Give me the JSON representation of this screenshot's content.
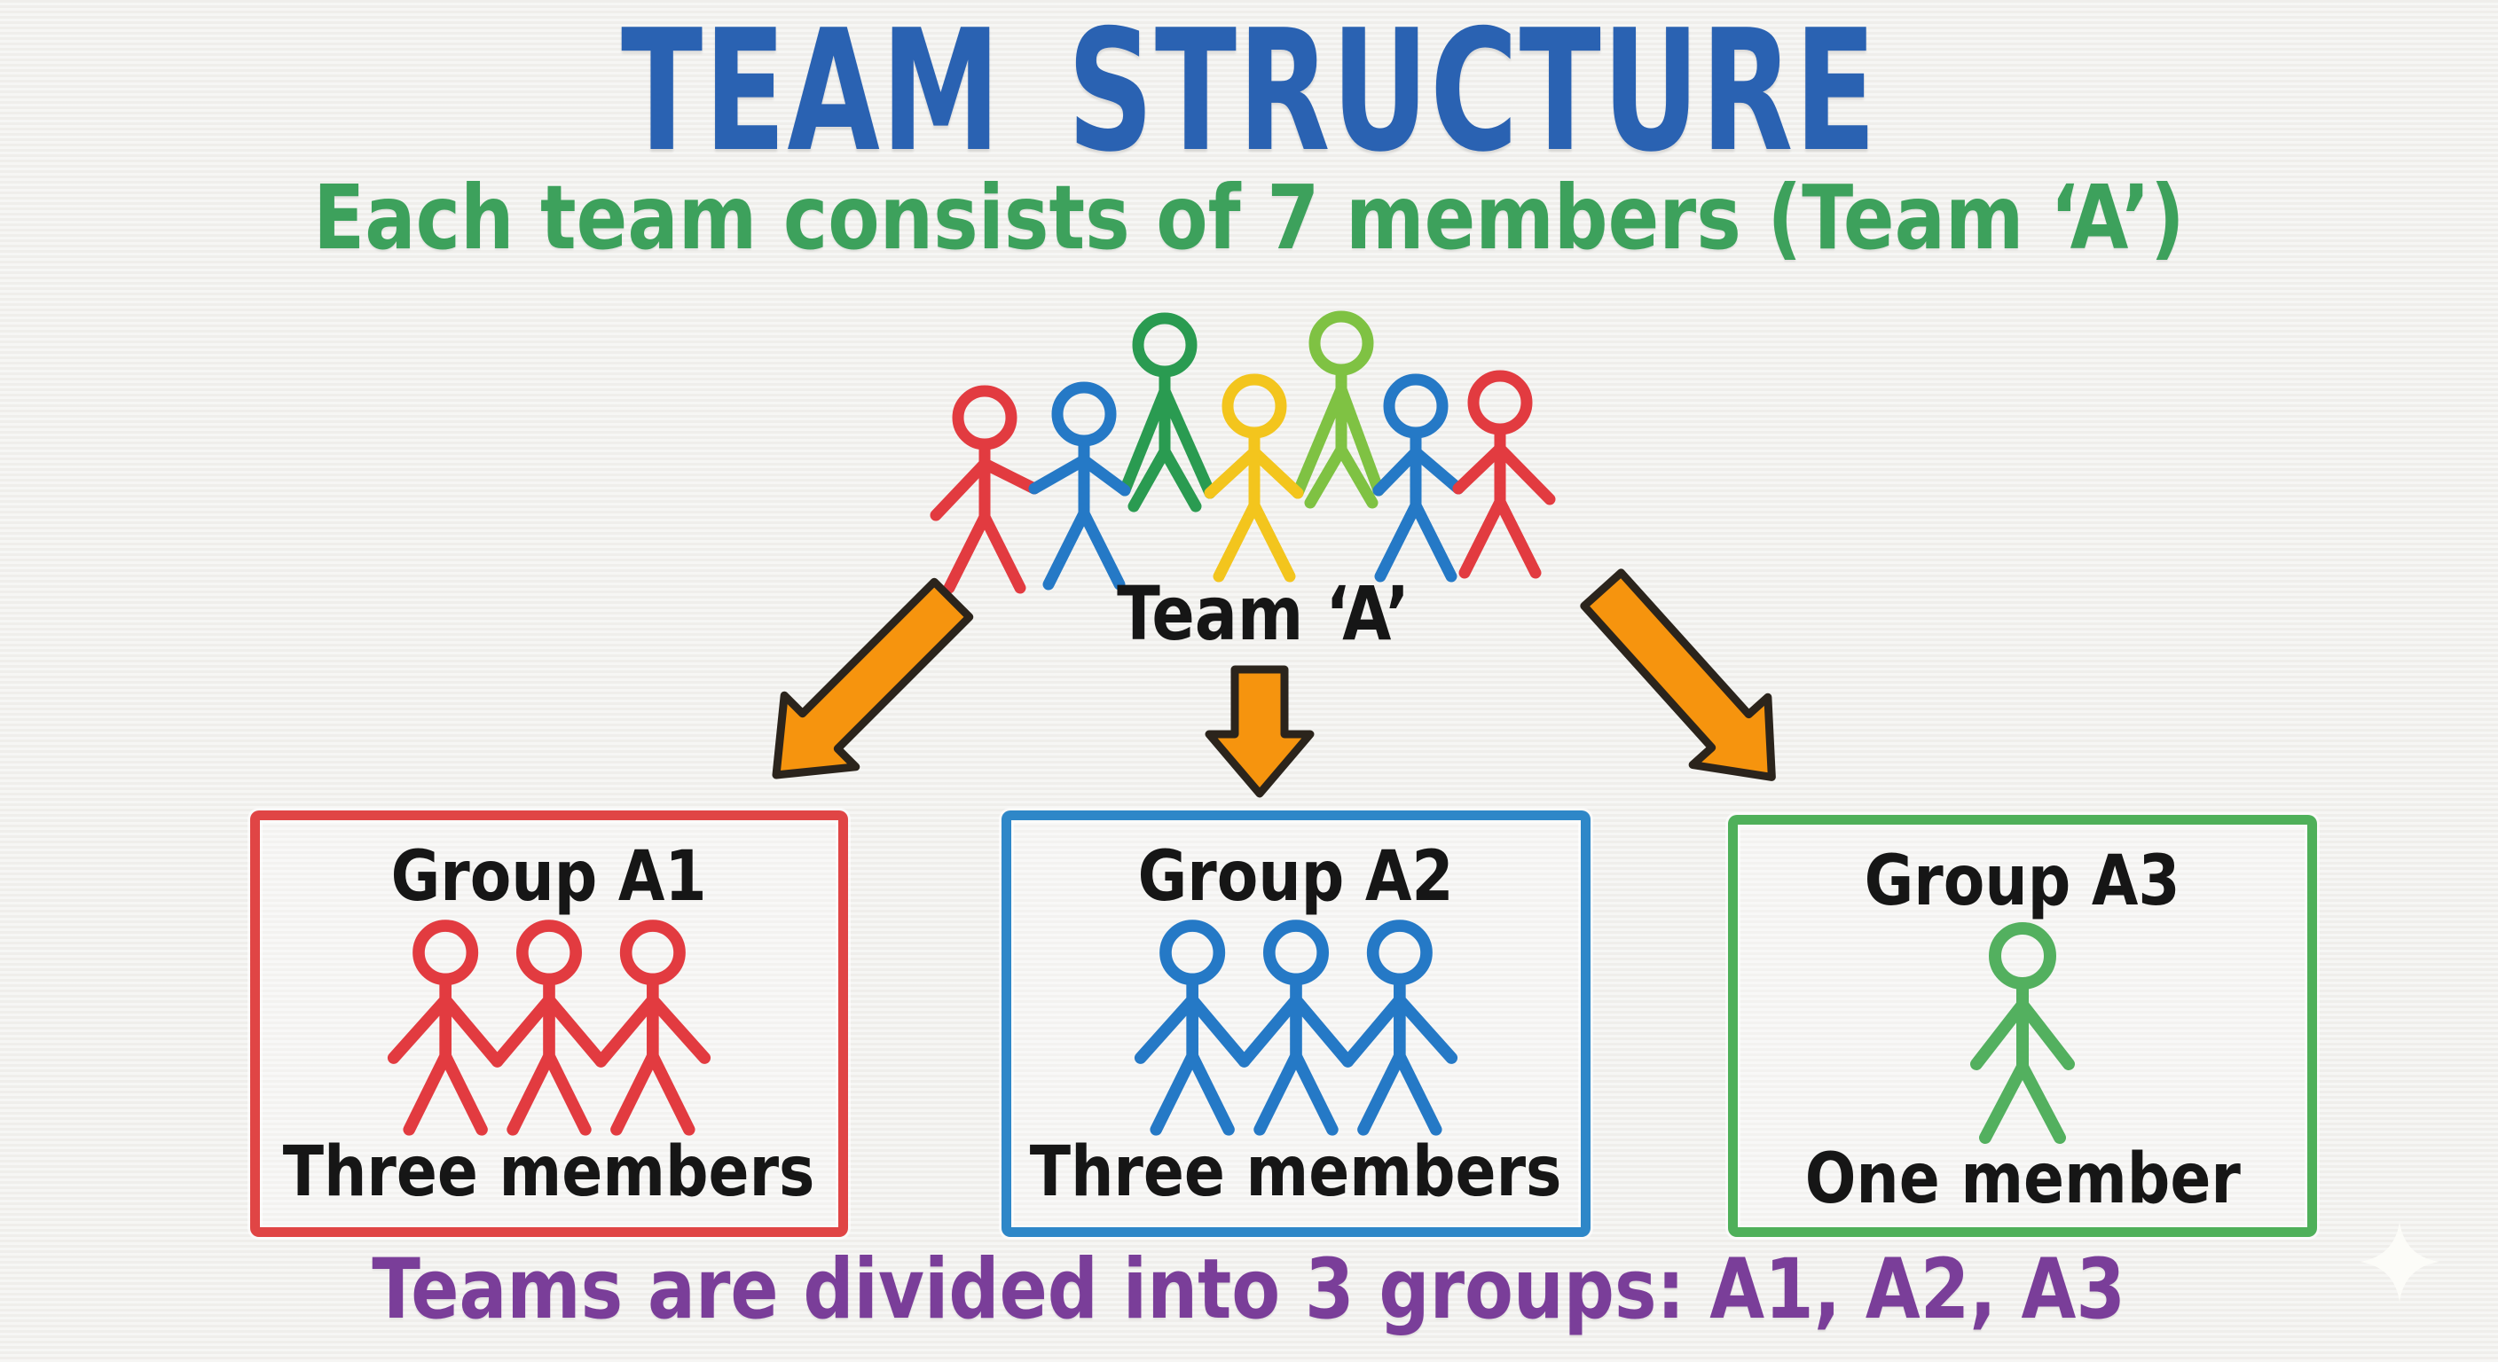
{
  "page": {
    "title": "TEAM STRUCTURE",
    "subtitle": "Each team consists of 7 members (Team ‘A’)",
    "footer": "Teams are divided into 3 groups: A1, A2, A3"
  },
  "team": {
    "label": "Team ‘A’",
    "member_count": 7,
    "members": [
      {
        "color": "#e23b40",
        "raised": false
      },
      {
        "color": "#2579c6",
        "raised": false
      },
      {
        "color": "#2a9b51",
        "raised": true
      },
      {
        "color": "#f3c51d",
        "raised": false
      },
      {
        "color": "#7fc243",
        "raised": true
      },
      {
        "color": "#2579c6",
        "raised": false
      },
      {
        "color": "#e23b40",
        "raised": false
      }
    ]
  },
  "groups": [
    {
      "id": "A1",
      "name": "Group A1",
      "count_label": "Three members",
      "member_count": 3,
      "border_color": "#e04545",
      "member_color": "#e23b40"
    },
    {
      "id": "A2",
      "name": "Group A2",
      "count_label": "Three members",
      "member_count": 3,
      "border_color": "#2e87c8",
      "member_color": "#2579c6"
    },
    {
      "id": "A3",
      "name": "Group A3",
      "count_label": "One member",
      "member_count": 1,
      "border_color": "#4fb05a",
      "member_color": "#53b05f"
    }
  ],
  "icons": {
    "arrow_left": "arrow-down-left",
    "arrow_center": "arrow-down",
    "arrow_right": "arrow-down-right",
    "sparkle": "four-point-star"
  },
  "colors": {
    "background": "#f2f1ee",
    "title": "#2a62b2",
    "subtitle": "#3da15c",
    "text": "#161616",
    "footer": "#7a3e99",
    "arrow": "#f6940e",
    "arrow_outline": "#2b241c",
    "sparkle": "#fcfcf8"
  }
}
